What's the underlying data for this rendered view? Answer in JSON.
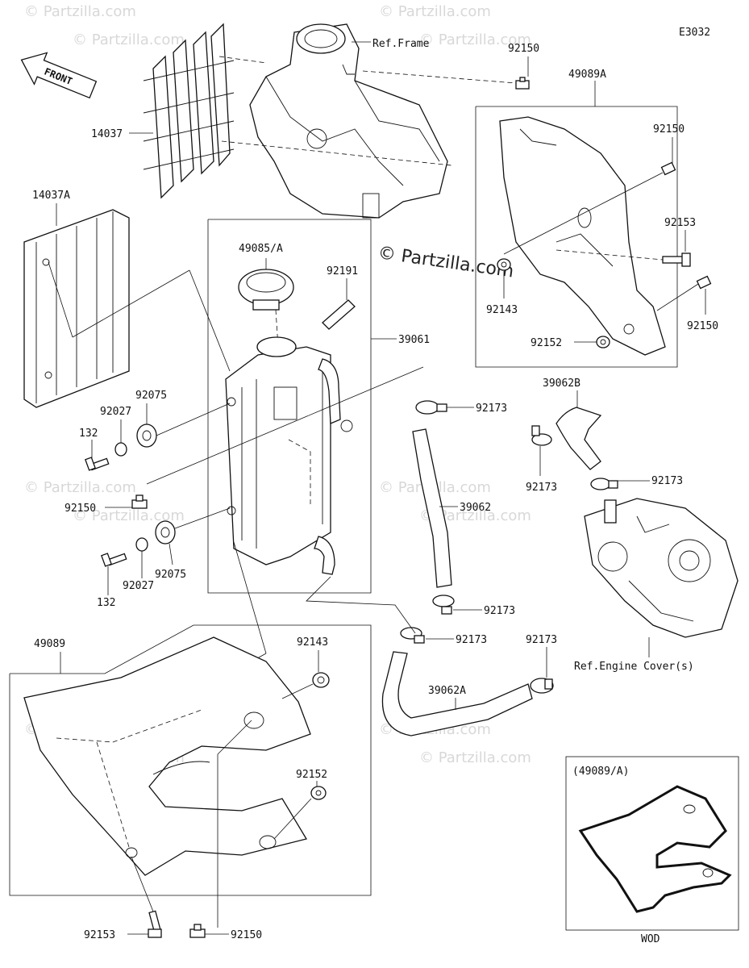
{
  "diagram_code": "E3032",
  "front_label": "FRONT",
  "watermark": "© Partzilla.com",
  "references": {
    "frame": "Ref.Frame",
    "engine_cover": "Ref.Engine Cover(s)"
  },
  "inset": {
    "title": "(49089/A)",
    "note": "WOD"
  },
  "part_labels": {
    "p14037": "14037",
    "p14037A": "14037A",
    "p92150_top": "92150",
    "p49089A": "49089A",
    "p92150_shroud_a": "92150",
    "p92153_shroud_a": "92153",
    "p92143_shroud_a": "92143",
    "p92150_shroud_a_low": "92150",
    "p92152_shroud_a": "92152",
    "p49085A": "49085/A",
    "p92191": "92191",
    "p39061": "39061",
    "p92075_top": "92075",
    "p92027_top": "92027",
    "p132_top": "132",
    "p92150_left": "92150",
    "p92075_bottom": "92075",
    "p92027_bottom": "92027",
    "p132_bottom": "132",
    "p92173_a": "92173",
    "p39062": "39062",
    "p39062B": "39062B",
    "p92173_b": "92173",
    "p92173_c": "92173",
    "p92173_d": "92173",
    "p92173_e": "92173",
    "p92173_f": "92173",
    "p39062A": "39062A",
    "p49089": "49089",
    "p92143_shroud": "92143",
    "p92152_shroud": "92152",
    "p92153_shroud": "92153",
    "p92150_shroud": "92150"
  }
}
